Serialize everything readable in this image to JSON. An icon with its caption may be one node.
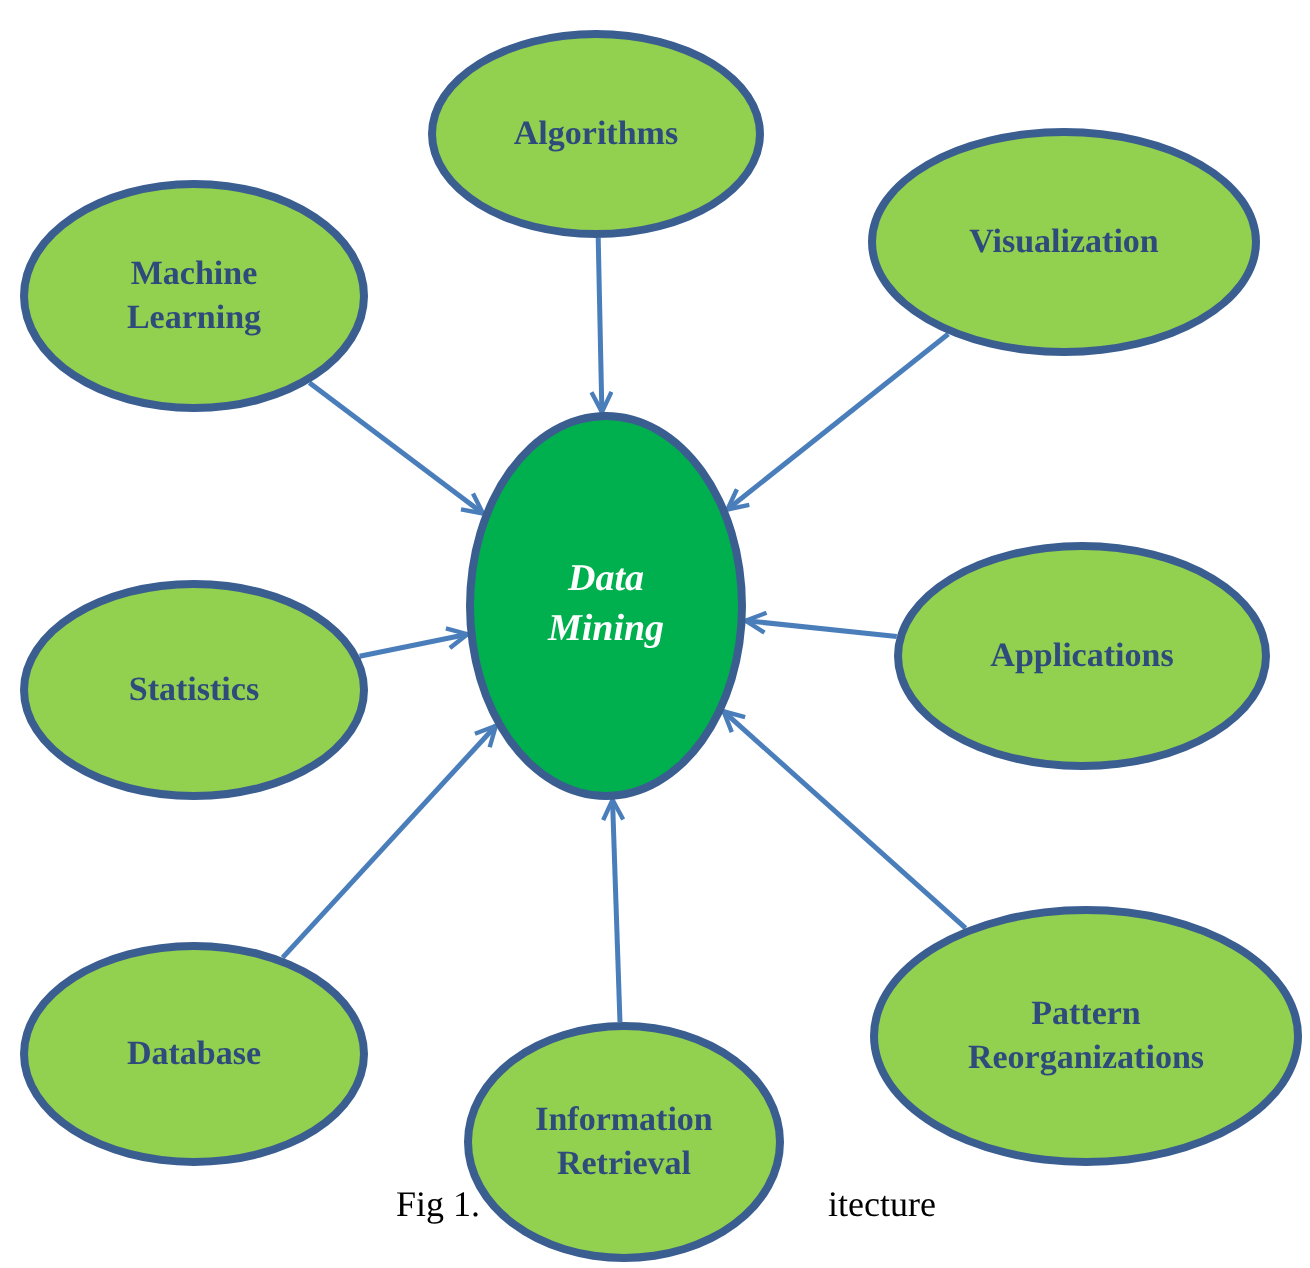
{
  "diagram": {
    "nodes": [
      {
        "text": [
          "Data Mining"
        ]
      },
      {
        "text": [
          "Algorithms"
        ]
      },
      {
        "text": [
          "Machine Learning"
        ]
      },
      {
        "text": [
          "Visualization"
        ]
      },
      {
        "text": [
          "Statistics"
        ]
      },
      {
        "text": [
          "Applications"
        ]
      },
      {
        "text": [
          "Database"
        ]
      },
      {
        "text": [
          "Information Retrieval"
        ]
      },
      {
        "text": [
          "Pattern Reorganizations"
        ]
      }
    ],
    "edges": [
      {
        "from": 1,
        "to": 0,
        "arrow": "to"
      },
      {
        "from": 2,
        "to": 0,
        "arrow": "to"
      },
      {
        "from": 3,
        "to": 0,
        "arrow": "to"
      },
      {
        "from": 4,
        "to": 0,
        "arrow": "to"
      },
      {
        "from": 5,
        "to": 0,
        "arrow": "to"
      },
      {
        "from": 6,
        "to": 0,
        "arrow": "to"
      },
      {
        "from": 7,
        "to": 0,
        "arrow": "to"
      },
      {
        "from": 8,
        "to": 0,
        "arrow": "to"
      }
    ],
    "labels": [
      "Fig 1.",
      "itecture"
    ]
  }
}
